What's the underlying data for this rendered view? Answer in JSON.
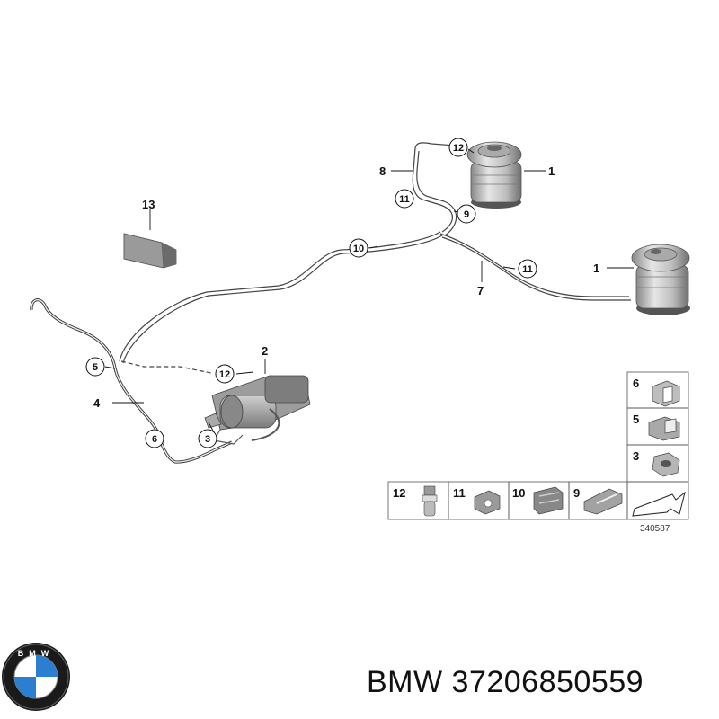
{
  "diagram": {
    "callouts": {
      "c1a": "1",
      "c1b": "1",
      "c2": "2",
      "c4": "4",
      "c7": "7",
      "c8": "8",
      "c13": "13",
      "c12a": "12",
      "c12b": "12",
      "c11a": "11",
      "c11b": "11",
      "c10": "10",
      "c9": "9",
      "c5": "5",
      "c6": "6",
      "c3": "3"
    },
    "parts_table": {
      "right_column": [
        "6",
        "5",
        "3"
      ],
      "bottom_row": [
        "12",
        "11",
        "10",
        "9"
      ]
    },
    "reference_number": "340587"
  },
  "footer": {
    "brand": "BMW",
    "part_number": "37206850559",
    "logo_letters": "BMW"
  }
}
